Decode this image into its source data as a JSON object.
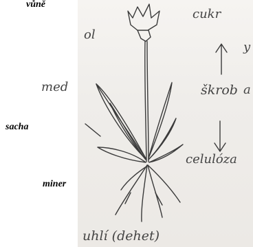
{
  "labels": {
    "vune": "vůně",
    "ol": "ol",
    "y": "y",
    "med": "med",
    "cukr": "cukr",
    "skrob": "škrob",
    "a": "a",
    "sacha": "sacha",
    "celuloza": "celulóza",
    "miner": "miner",
    "uhli": "uhlí (dehet)"
  }
}
